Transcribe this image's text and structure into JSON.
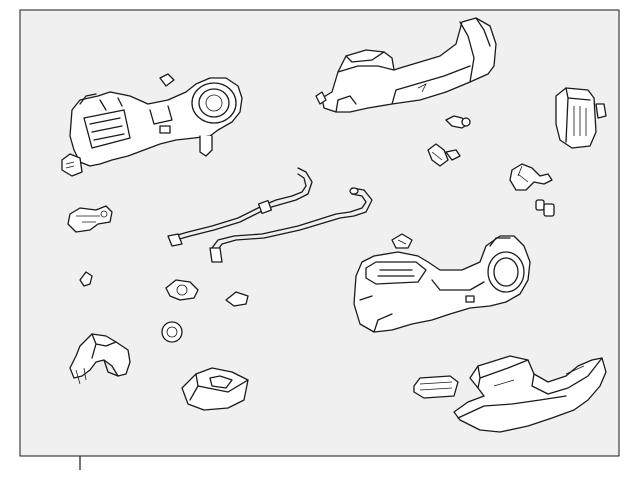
{
  "diagram": {
    "background_panel_color": "#f0f0f0",
    "line_color": "#1a1a1a",
    "parts": [
      "heater-core-housing",
      "defroster-duct",
      "rear-duct-upper",
      "blower-motor",
      "pipe-clip",
      "hose-clamp",
      "connector-clip",
      "rubber-grommet",
      "heater-hose-inlet",
      "heater-hose-outlet",
      "mounting-bracket",
      "small-clip",
      "seal-grommet",
      "retainer-clip",
      "distribution-case",
      "side-clip",
      "mounting-bracket-lower",
      "floor-duct-tray",
      "rear-floor-duct",
      "duct-seal"
    ]
  }
}
